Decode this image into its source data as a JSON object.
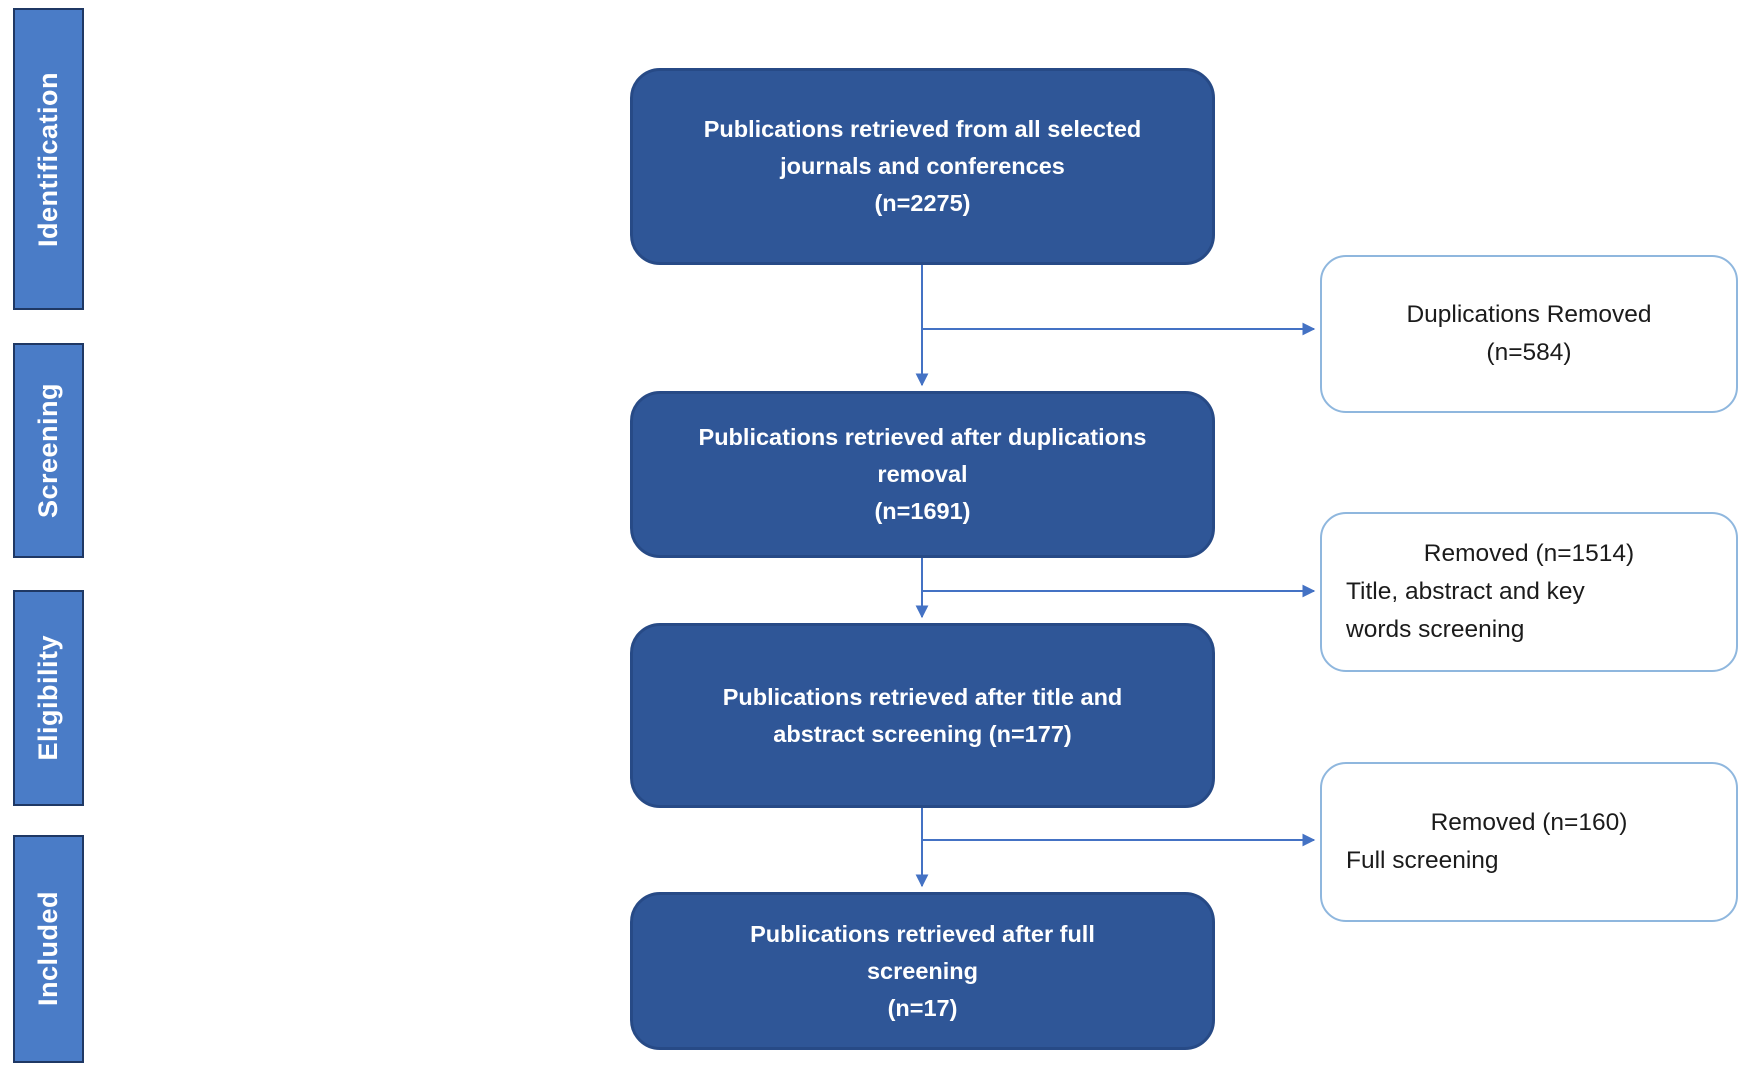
{
  "diagram_title": "Publication screening flow diagram",
  "stages": [
    {
      "label": "Identification"
    },
    {
      "label": "Screening"
    },
    {
      "label": "Eligibility"
    },
    {
      "label": "Included"
    }
  ],
  "flow_boxes": [
    {
      "lines": [
        "Publications retrieved from all selected",
        "journals and conferences",
        "(n=2275)"
      ]
    },
    {
      "lines": [
        "Publications retrieved after duplications",
        "removal",
        "(n=1691)"
      ]
    },
    {
      "lines": [
        "Publications retrieved after title and",
        "abstract screening (n=177)"
      ]
    },
    {
      "lines": [
        "Publications retrieved after full",
        "screening",
        "(n=17)"
      ]
    }
  ],
  "side_boxes": [
    {
      "lines": [
        "Duplications Removed",
        "(n=584)"
      ]
    },
    {
      "lines": [
        "Removed (n=1514)",
        "Title, abstract and key",
        "words screening"
      ]
    },
    {
      "lines": [
        "Removed (n=160)",
        "Full screening"
      ]
    }
  ],
  "colors": {
    "flow_box_fill": "#2F5697",
    "flow_box_border": "#274A86",
    "flow_box_text": "#FFFFFF",
    "side_box_fill": "#FFFFFF",
    "side_box_border": "#8FB7DE",
    "side_box_text": "#1B1B1B",
    "stage_bar_fill": "#4A7CC7",
    "stage_bar_border": "#1F3864",
    "stage_text": "#FFFFFF",
    "arrow": "#4472C4",
    "background": "#FFFFFF"
  }
}
